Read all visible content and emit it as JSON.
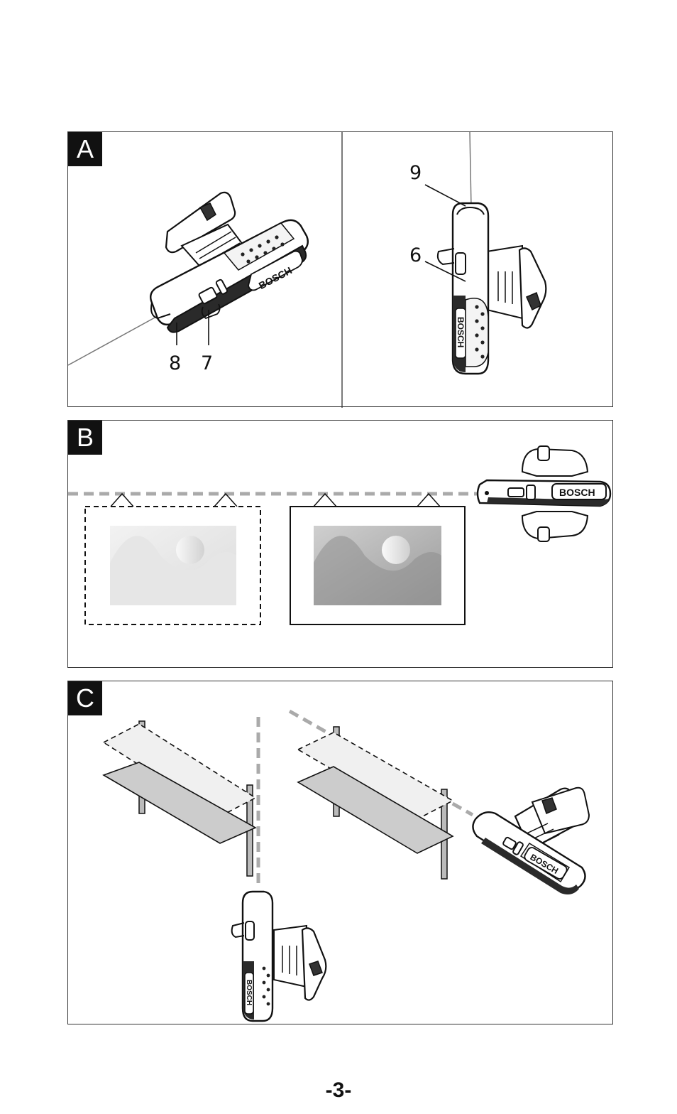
{
  "panels": {
    "a": {
      "label": "A",
      "callouts": [
        "8",
        "7",
        "9",
        "6"
      ]
    },
    "b": {
      "label": "B"
    },
    "c": {
      "label": "C"
    }
  },
  "brand": "BOSCH",
  "page_number": "-3-"
}
